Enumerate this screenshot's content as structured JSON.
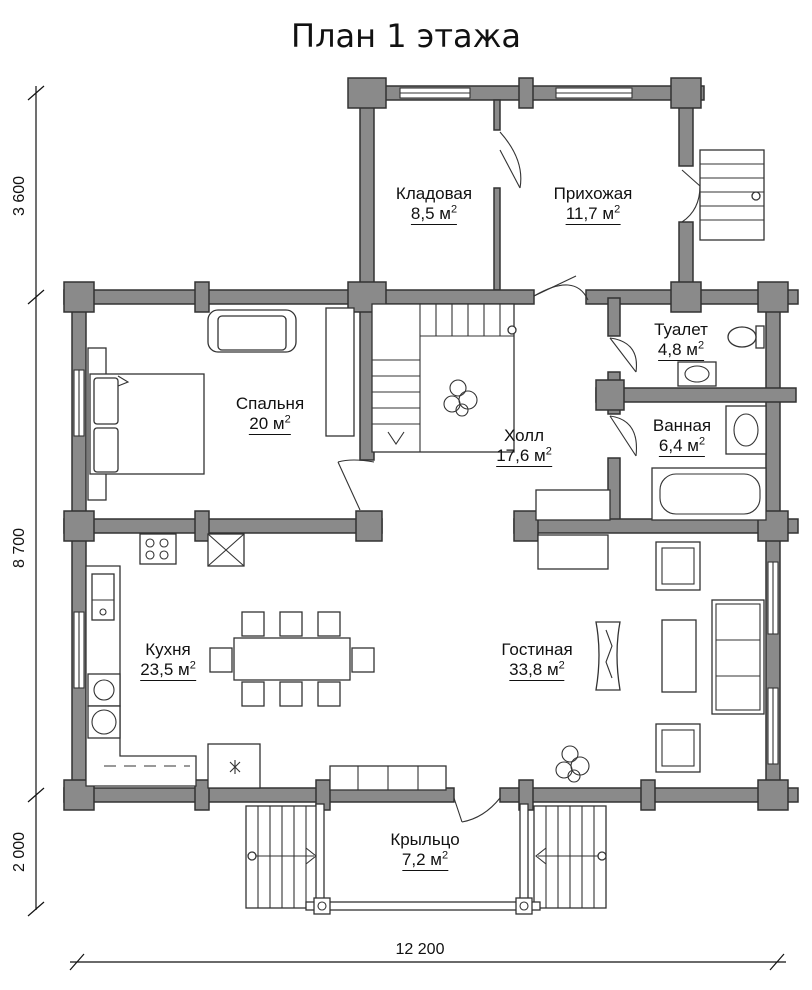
{
  "title": "План 1 этажа",
  "dimensions": {
    "d1": "3 600",
    "d2": "8 700",
    "d3": "2 000",
    "width": "12 200"
  },
  "rooms": [
    {
      "id": "pantry",
      "name": "Кладовая",
      "area": "8,5 м",
      "unit_sup": "2"
    },
    {
      "id": "hallway",
      "name": "Прихожая",
      "area": "11,7 м",
      "unit_sup": "2"
    },
    {
      "id": "toilet",
      "name": "Туалет",
      "area": "4,8 м",
      "unit_sup": "2"
    },
    {
      "id": "bedroom",
      "name": "Спальня",
      "area": "20 м",
      "unit_sup": "2"
    },
    {
      "id": "bathroom",
      "name": "Ванная",
      "area": "6,4 м",
      "unit_sup": "2"
    },
    {
      "id": "hall",
      "name": "Холл",
      "area": "17,6 м",
      "unit_sup": "2"
    },
    {
      "id": "kitchen",
      "name": "Кухня",
      "area": "23,5 м",
      "unit_sup": "2"
    },
    {
      "id": "living",
      "name": "Гостиная",
      "area": "33,8 м",
      "unit_sup": "2"
    },
    {
      "id": "porch",
      "name": "Крыльцо",
      "area": "7,2 м",
      "unit_sup": "2"
    }
  ],
  "colors": {
    "wall": "#8a8a8a",
    "line": "#333333",
    "background": "#ffffff"
  }
}
